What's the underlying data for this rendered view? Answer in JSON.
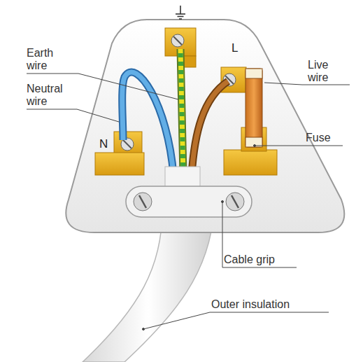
{
  "diagram": {
    "labels": [
      "Earth wire",
      "Neutral wire",
      "L",
      "Live wire",
      "N",
      "Fuse",
      "Cable grip",
      "Outer insulation"
    ]
  }
}
